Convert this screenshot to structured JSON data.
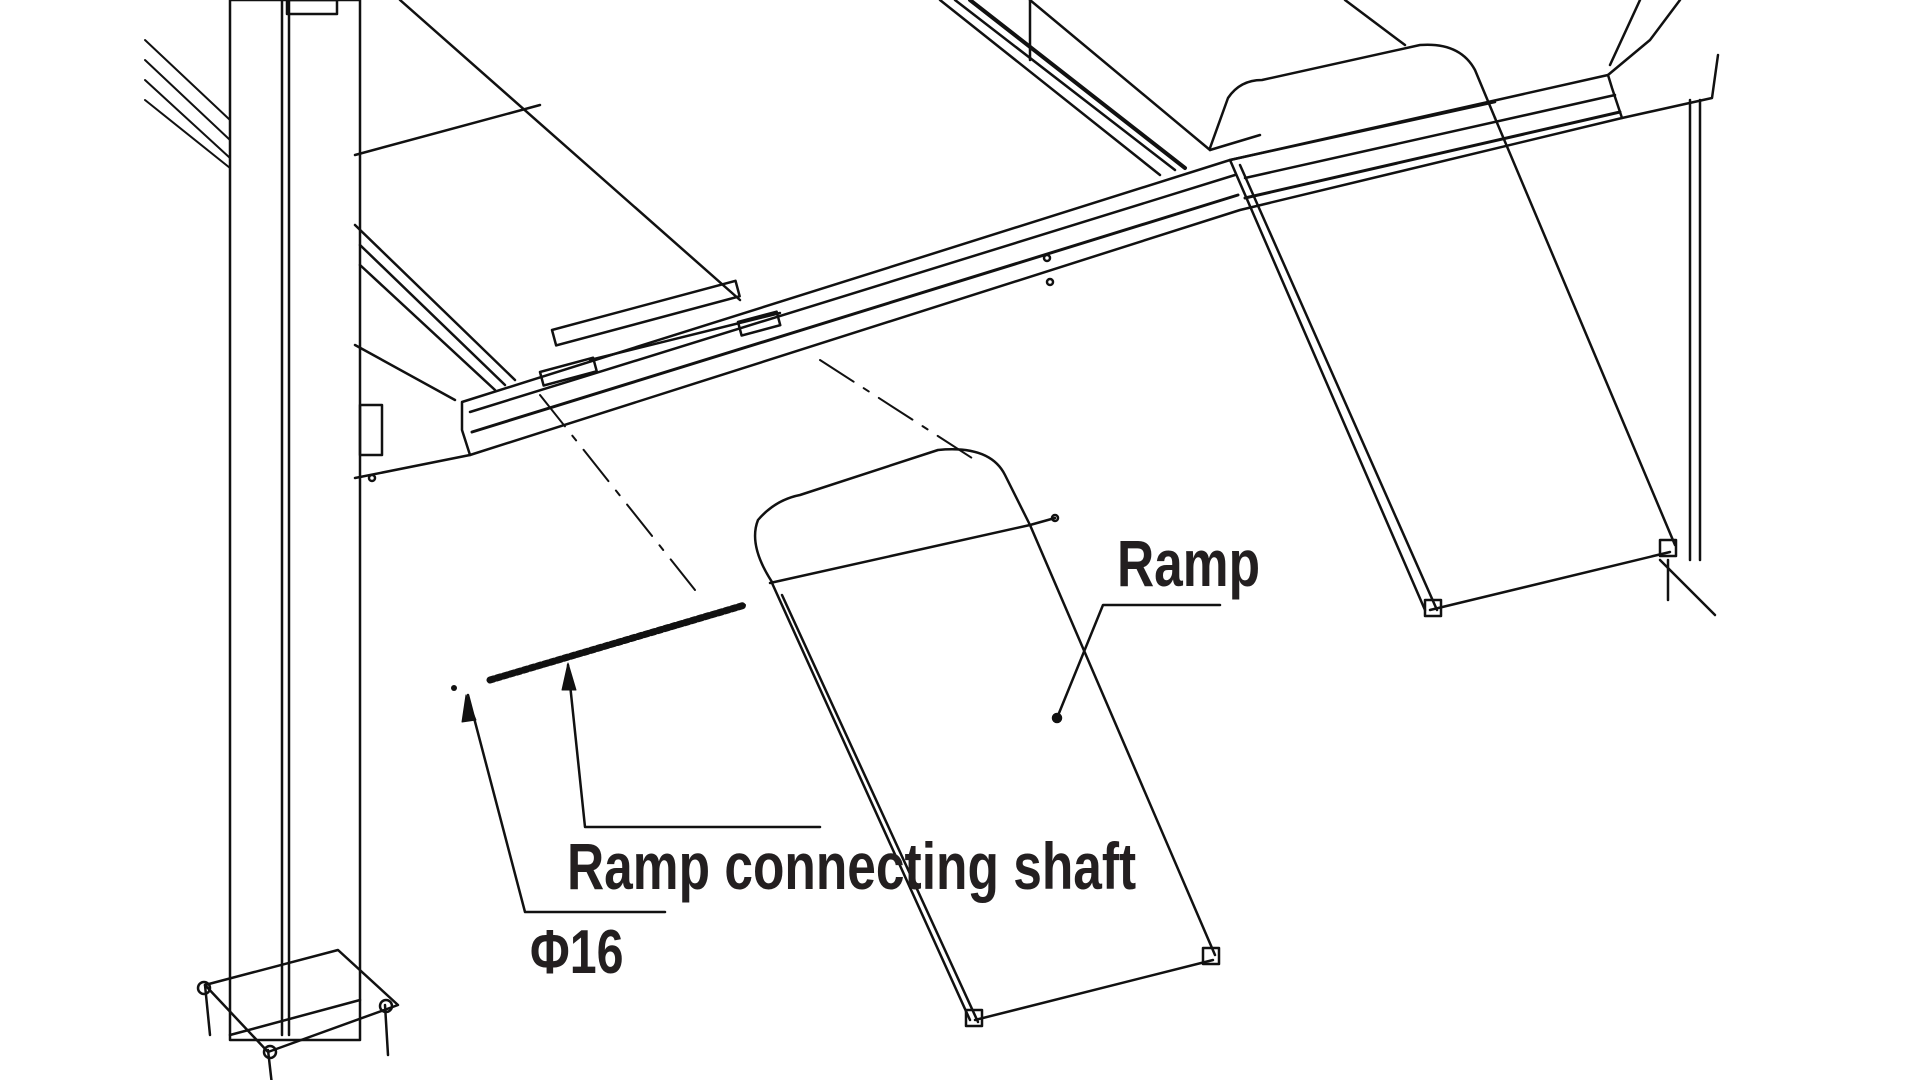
{
  "labels": {
    "ramp": "Ramp",
    "connecting_shaft": "Ramp connecting shaft",
    "diameter": "Φ16"
  },
  "colors": {
    "line": "#111111",
    "text": "#231f20",
    "background": "#ffffff"
  }
}
